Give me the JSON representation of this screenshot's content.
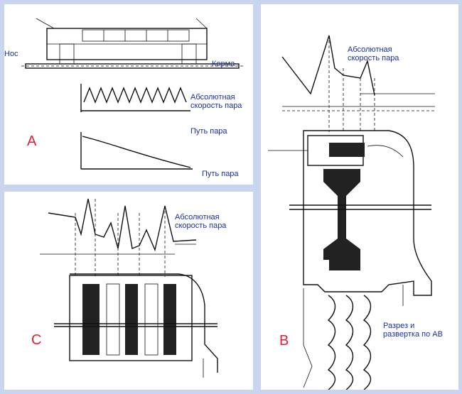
{
  "panels": {
    "a": {
      "letter": "A",
      "labels": {
        "nose": "Нос",
        "stern": "Корма",
        "abs_speed": "Абсолютная скорость пара",
        "steam_path_1": "Путь пара",
        "steam_path_2": "Путь пара"
      }
    },
    "b": {
      "letter": "B",
      "labels": {
        "abs_speed": "Абсолютная скорость пара",
        "section": "Разрез и развертка по АВ"
      }
    },
    "c": {
      "letter": "C",
      "labels": {
        "abs_speed": "Абсолютная скорость пара"
      }
    }
  },
  "colors": {
    "background": "#c9d5ee",
    "label_text": "#1a2fa0",
    "panel_letter": "#e0203a"
  }
}
